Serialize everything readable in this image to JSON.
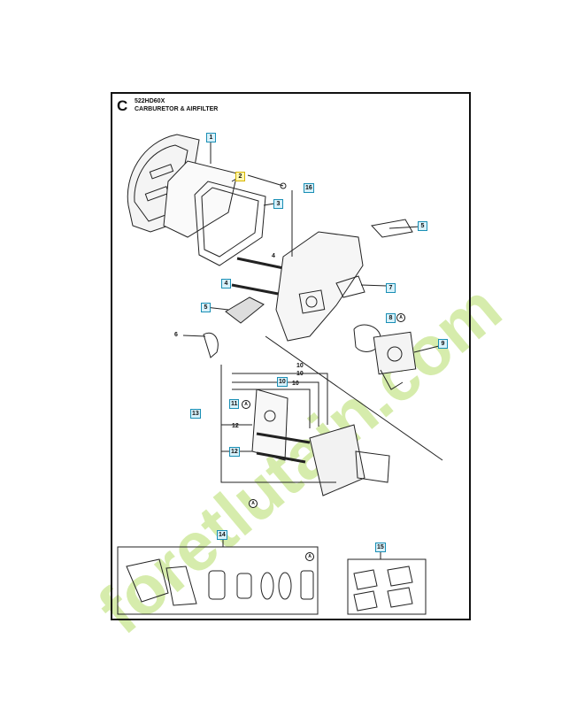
{
  "header": {
    "section_letter": "C",
    "model": "522HD60X",
    "title": "CARBURETOR & AIRFILTER"
  },
  "callouts": {
    "c1": "1",
    "c2": "2",
    "c3": "3",
    "c4a": "4",
    "c4b": "4",
    "c5": "5",
    "c6": "6",
    "c7": "7",
    "c8": "8",
    "c9": "9",
    "c10a": "10",
    "c10b": "10",
    "c10c": "10",
    "c10d": "10",
    "c11": "11",
    "c12a": "12",
    "c12b": "12",
    "c13": "13",
    "c14": "14",
    "c15": "15",
    "c16": "16"
  },
  "reference_marker": "A",
  "watermark": {
    "text": "foretlutain.com",
    "color_green": "#c6e58a",
    "color_gray": "#cbc8bd"
  },
  "colors": {
    "callout_border": "#1a8fb5",
    "callout_fill": "#d8f1fa",
    "highlight_border": "#d6b400",
    "line": "#222222"
  }
}
